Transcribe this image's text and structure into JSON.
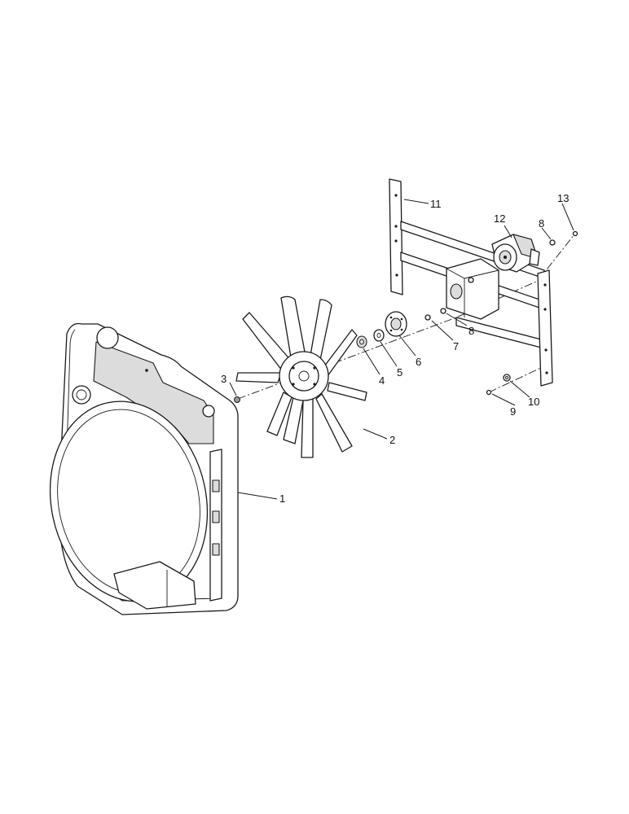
{
  "callouts": [
    {
      "id": "c1",
      "label": "1"
    },
    {
      "id": "c2",
      "label": "2"
    },
    {
      "id": "c3",
      "label": "3"
    },
    {
      "id": "c4",
      "label": "4"
    },
    {
      "id": "c5",
      "label": "5"
    },
    {
      "id": "c6",
      "label": "6"
    },
    {
      "id": "c7",
      "label": "7"
    },
    {
      "id": "c8a",
      "label": "8"
    },
    {
      "id": "c8b",
      "label": "8"
    },
    {
      "id": "c9",
      "label": "9"
    },
    {
      "id": "c10",
      "label": "10"
    },
    {
      "id": "c11",
      "label": "11"
    },
    {
      "id": "c12",
      "label": "12"
    },
    {
      "id": "c13",
      "label": "13"
    }
  ],
  "colors": {
    "line": "#1a1a1a",
    "shade": "#dcdcdc",
    "background": "#ffffff"
  }
}
